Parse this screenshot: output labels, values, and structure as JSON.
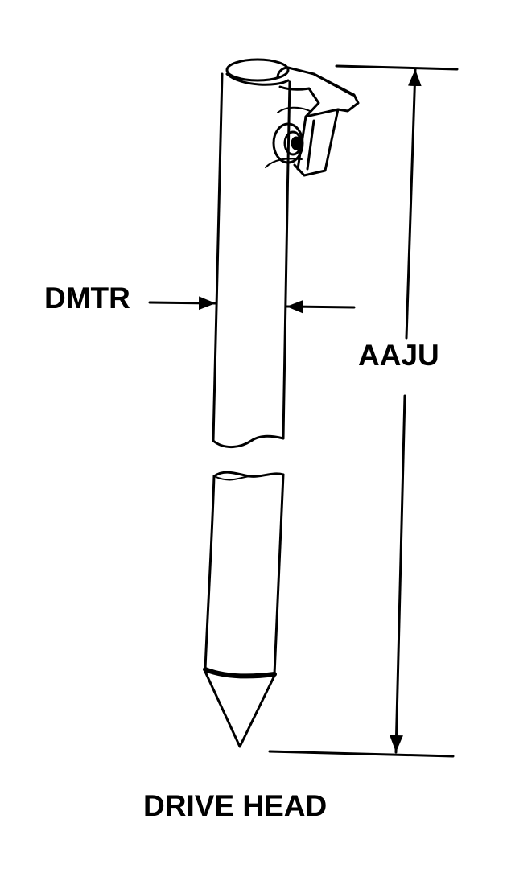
{
  "labels": {
    "diameter": "DMTR",
    "length": "AAJU",
    "title": "DRIVE HEAD"
  },
  "colors": {
    "ink": "#000000",
    "background": "#ffffff"
  }
}
